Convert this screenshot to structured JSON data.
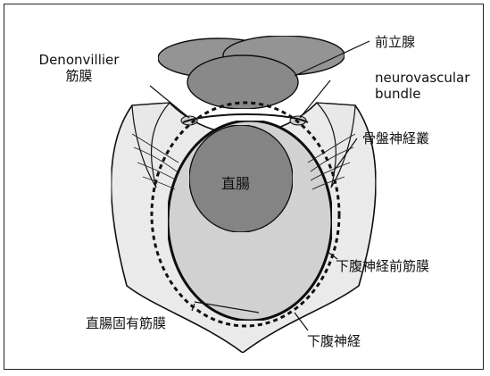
{
  "labels": {
    "denonvillier_line1": "Denonvillier",
    "denonvillier_line2": "筋膜",
    "prostate": "前立腺",
    "neurovascular_line1": "neurovascular",
    "neurovascular_line2": "bundle",
    "pelvic_plexus": "骨盤神経叢",
    "rectum": "直腸",
    "prehypogastric_fascia": "下腹神経前筋膜",
    "mesorectal_fascia": "直腸固有筋膜",
    "hypogastric_nerve": "下腹神経"
  },
  "colors": {
    "line": "#111111",
    "prostate_fill": "#8f8f8f",
    "rectum_fill": "#8a8a8a",
    "mesorectum_fill": "#d9d9d9",
    "pelvic_wall_fill": "#f4f4f4"
  }
}
